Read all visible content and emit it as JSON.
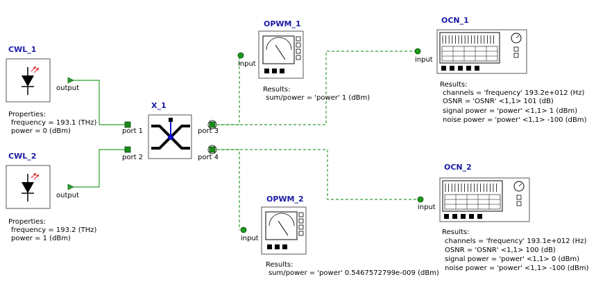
{
  "components": {
    "cwl1": {
      "name": "CWL_1",
      "port": "output",
      "props_title": "Properties:",
      "prop1": "frequency = 193.1 (THz)",
      "prop2": "power = 0 (dBm)"
    },
    "cwl2": {
      "name": "CWL_2",
      "port": "output",
      "props_title": "Properties:",
      "prop1": "frequency = 193.2 (THz)",
      "prop2": "power = 1 (dBm)"
    },
    "x1": {
      "name": "X_1",
      "port1": "port 1",
      "port2": "port 2",
      "port3": "port 3",
      "port4": "port 4"
    },
    "opwm1": {
      "name": "OPWM_1",
      "port": "input",
      "results_title": "Results:",
      "r1": "sum/power = 'power' 1 (dBm)"
    },
    "opwm2": {
      "name": "OPWM_2",
      "port": "input",
      "results_title": "Results:",
      "r1": "sum/power = 'power' 0.5467572799e-009 (dBm)"
    },
    "ocn1": {
      "name": "OCN_1",
      "port": "input",
      "results_title": "Results:",
      "r1": "channels = 'frequency' 193.2e+012 (Hz)",
      "r2": "OSNR = 'OSNR' <1,1> 101 (dB)",
      "r3": "signal power = 'power' <1,1> 1 (dBm)",
      "r4": "noise power = 'power' <1,1> -100 (dBm)"
    },
    "ocn2": {
      "name": "OCN_2",
      "port": "input",
      "results_title": "Results:",
      "r1": "channels = 'frequency' 193.1e+012 (Hz)",
      "r2": "OSNR = 'OSNR' <1,1> 100 (dB)",
      "r3": "signal power = 'power' <1,1> 0 (dBm)",
      "r4": "noise power = 'power' <1,1> -100 (dBm)"
    }
  },
  "colors": {
    "name_text": "#1a1aa8",
    "wire_solid": "#2e9e2e",
    "wire_dashed": "#2e9e2e",
    "port_square": "#1a8a1a",
    "laser_arrows": "#d02020",
    "coupler_core": "#1010d0"
  },
  "icons": {
    "laser": "laser-diode-icon",
    "coupler": "x-coupler-icon",
    "power_meter": "power-meter-icon",
    "spectrum_analyzer": "spectrum-analyzer-icon"
  }
}
